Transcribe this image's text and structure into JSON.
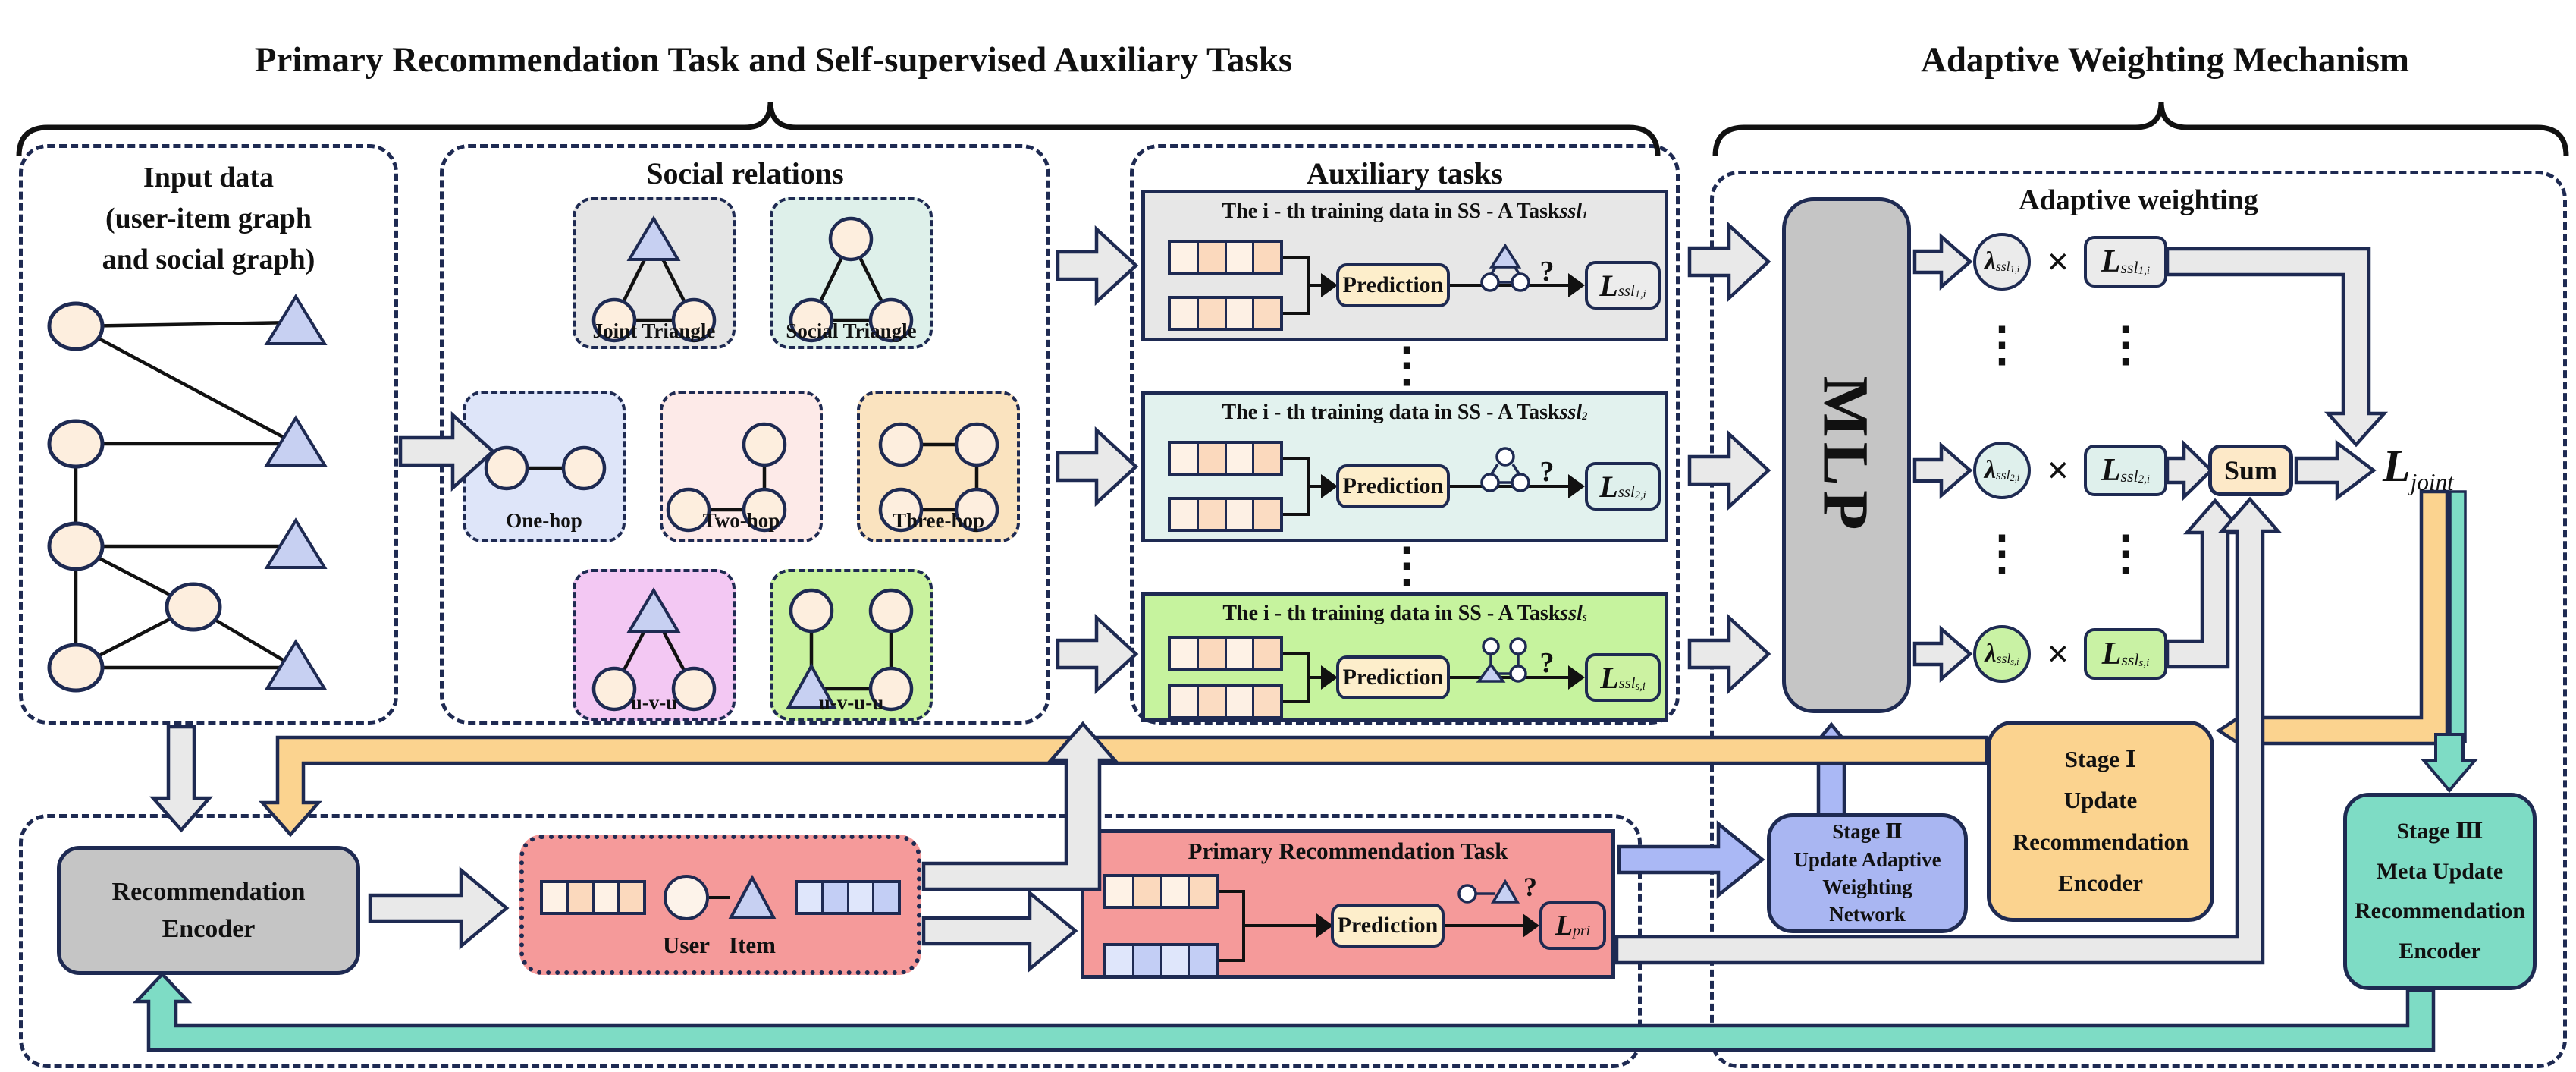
{
  "titles": {
    "left": "Primary Recommendation Task and Self-supervised Auxiliary Tasks",
    "right": "Adaptive Weighting Mechanism"
  },
  "input_box": {
    "line1": "Input data",
    "line2": "(user-item graph",
    "line3": "and social graph)"
  },
  "social_box": {
    "title": "Social relations",
    "motifs": [
      {
        "label": "Joint Triangle"
      },
      {
        "label": "Social Triangle"
      },
      {
        "label": "One-hop"
      },
      {
        "label": "Two-hop"
      },
      {
        "label": "Three-hop"
      },
      {
        "label": "u-v-u"
      },
      {
        "label": "u-v-u-u"
      }
    ]
  },
  "aux_box": {
    "title": "Auxiliary tasks",
    "ellipsis": "⋮",
    "cards": [
      {
        "title_prefix": "The i - th training data in SS - A Task ",
        "task_sym": "ssl",
        "task_sub": "1",
        "prediction": "Prediction",
        "question": "?",
        "loss": {
          "main": "L",
          "sub": "ssl",
          "subsub": "1,i"
        }
      },
      {
        "title_prefix": "The i - th training data in SS - A Task ",
        "task_sym": "ssl",
        "task_sub": "2",
        "prediction": "Prediction",
        "question": "?",
        "loss": {
          "main": "L",
          "sub": "ssl",
          "subsub": "2,i"
        }
      },
      {
        "title_prefix": "The i - th training data in SS - A Task ",
        "task_sym": "ssl",
        "task_sub": "s",
        "prediction": "Prediction",
        "question": "?",
        "loss": {
          "main": "L",
          "sub": "ssl",
          "subsub": "s,i"
        }
      }
    ]
  },
  "primary": {
    "title": "Primary Recommendation Task",
    "prediction": "Prediction",
    "question": "?",
    "loss": {
      "main": "L",
      "sub": "pri"
    }
  },
  "user_item": {
    "user": "User",
    "item": "Item"
  },
  "encoder": {
    "line1": "Recommendation",
    "line2": "Encoder"
  },
  "adaptive": {
    "title": "Adaptive weighting",
    "mlp": "MLP",
    "sum": "Sum",
    "ellipsis": "⋮",
    "joint": {
      "main": "L",
      "sub": "joint"
    },
    "rows": [
      {
        "lambda": {
          "main": "λ",
          "sub": "ssl",
          "subsub": "1,i"
        },
        "times": "×",
        "loss": {
          "main": "L",
          "sub": "ssl",
          "subsub": "1,i"
        }
      },
      {
        "lambda": {
          "main": "λ",
          "sub": "ssl",
          "subsub": "2,i"
        },
        "times": "×",
        "loss": {
          "main": "L",
          "sub": "ssl",
          "subsub": "2,i"
        }
      },
      {
        "lambda": {
          "main": "λ",
          "sub": "ssl",
          "subsub": "s,i"
        },
        "times": "×",
        "loss": {
          "main": "L",
          "sub": "ssl",
          "subsub": "s,i"
        }
      }
    ]
  },
  "stages": {
    "one": {
      "l1": "Stage Ⅰ",
      "l2": "Update",
      "l3": "Recommendation",
      "l4": "Encoder"
    },
    "two": {
      "l1": "Stage Ⅱ",
      "l2": "Update Adaptive",
      "l3": "Weighting",
      "l4": "Network"
    },
    "three": {
      "l1": "Stage Ⅲ",
      "l2": "Meta Update",
      "l3": "Recommendation",
      "l4": "Encoder"
    }
  },
  "colors": {
    "navy": "#1e2a52",
    "orange_band": "#fbd38f",
    "teal_band": "#7edcc5",
    "periwinkle": "#a9b6f2",
    "salmon": "#f59a9a",
    "gray_arrow": "#e9e9e9",
    "sum_fill": "#fde9c8",
    "green": "#c9f2a4",
    "gray_box": "#c5c5c5"
  }
}
